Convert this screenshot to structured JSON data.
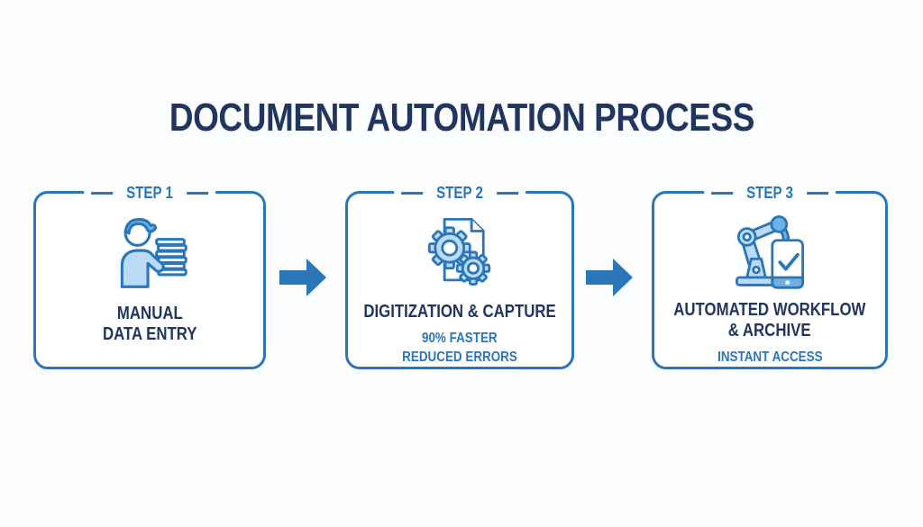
{
  "title": "DOCUMENT AUTOMATION PROCESS",
  "colors": {
    "accent_blue": "#2a76b8",
    "dark_navy": "#21365f",
    "icon_fill_light": "#b9dbf5",
    "icon_fill_mid": "#6fb1e3",
    "background": "#fbfdfe"
  },
  "icons": {
    "step1": "worker-carrying-papers-icon",
    "step2": "document-gears-icon",
    "step3": "robot-arm-tablet-icon",
    "arrow": "arrow-right-icon"
  },
  "steps": [
    {
      "label": "STEP 1",
      "heading_lines": [
        "MANUAL",
        "DATA ENTRY"
      ],
      "sub_lines": []
    },
    {
      "label": "STEP 2",
      "heading_lines": [
        "DIGITIZATION & CAPTURE"
      ],
      "sub_lines": [
        "90% FASTER",
        "REDUCED ERRORS"
      ]
    },
    {
      "label": "STEP 3",
      "heading_lines": [
        "AUTOMATED WORKFLOW",
        "& ARCHIVE"
      ],
      "sub_lines": [
        "INSTANT ACCESS"
      ]
    }
  ]
}
